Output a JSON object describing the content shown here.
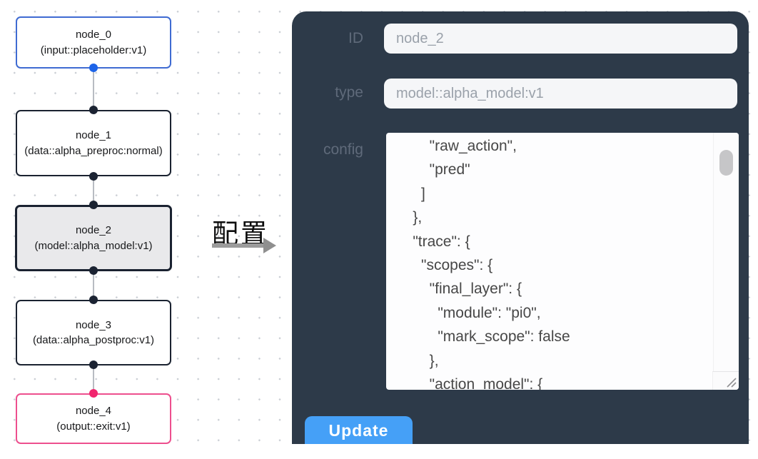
{
  "canvas": {
    "nodes": [
      {
        "id": "node_0",
        "title": "node_0",
        "subtitle": "(input::placeholder:v1)",
        "accent": "#3f6bd2",
        "state": "default"
      },
      {
        "id": "node_1",
        "title": "node_1",
        "subtitle": "(data::alpha_preproc:normal)",
        "accent": "#1a2230",
        "state": "default"
      },
      {
        "id": "node_2",
        "title": "node_2",
        "subtitle": "(model::alpha_model:v1)",
        "accent": "#1a2230",
        "state": "selected"
      },
      {
        "id": "node_3",
        "title": "node_3",
        "subtitle": "(data::alpha_postproc:v1)",
        "accent": "#1a2230",
        "state": "default"
      },
      {
        "id": "node_4",
        "title": "node_4",
        "subtitle": "(output::exit:v1)",
        "accent": "#ed4f8e",
        "state": "default"
      }
    ],
    "port_colors": {
      "input": "#1d64e8",
      "default": "#1b2332",
      "output": "#f1256e"
    }
  },
  "transition": {
    "label": "配置"
  },
  "panel": {
    "id_field": {
      "label": "ID",
      "value": "node_2"
    },
    "type_field": {
      "label": "type",
      "value": "model::alpha_model:v1"
    },
    "config_field": {
      "label": "config",
      "lines": [
        "        \"raw_action\",",
        "        \"pred\"",
        "      ]",
        "    },",
        "    \"trace\": {",
        "      \"scopes\": {",
        "        \"final_layer\": {",
        "          \"module\": \"pi0\",",
        "          \"mark_scope\": false",
        "        },",
        "        \"action_model\": {"
      ]
    },
    "update_label": "Update",
    "colors": {
      "panel_bg": "#2d3a49",
      "button_bg": "#45a0f7",
      "input_bg": "#f5f6f8"
    }
  }
}
